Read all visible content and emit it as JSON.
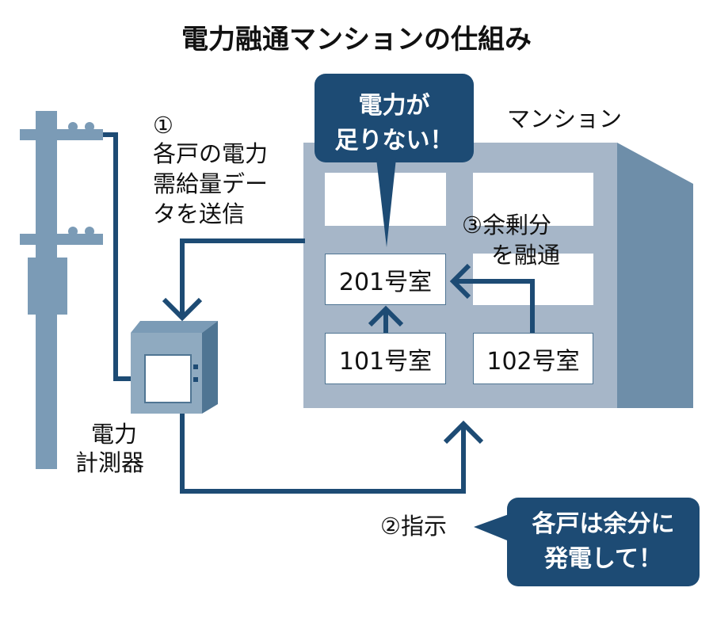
{
  "title": "電力融通マンションの仕組み",
  "building_label": "マンション",
  "step1": {
    "number": "①",
    "lines": [
      "各戸の電力",
      "需給量デー",
      "タを送信"
    ]
  },
  "step2": {
    "label": "②指示"
  },
  "step3": {
    "lines": [
      "③余剰分",
      "を融通"
    ]
  },
  "meter_label": [
    "電力",
    "計測器"
  ],
  "rooms": {
    "r201": "201号室",
    "r101": "101号室",
    "r102": "102号室"
  },
  "callout_shortage": [
    "電力が",
    "足りない！"
  ],
  "callout_instruction": [
    "各戸は余分に",
    "発電して！"
  ],
  "colors": {
    "navy": "#1d4b74",
    "building_front": "#a6b6c8",
    "building_side": "#6e8ea9",
    "pole": "#7b9bb6"
  }
}
